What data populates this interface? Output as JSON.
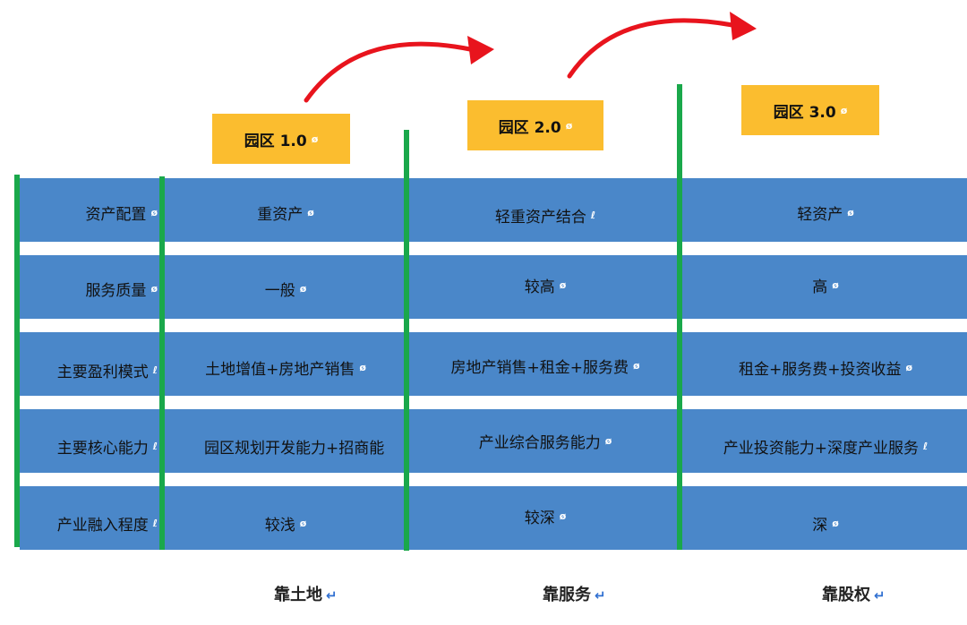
{
  "eras": [
    {
      "label": "园区 1.0",
      "mark": "ø"
    },
    {
      "label": "园区 2.0",
      "mark": "ø"
    },
    {
      "label": "园区 3.0",
      "mark": "ø"
    }
  ],
  "rows": [
    {
      "label": "资产配置",
      "label_mark": "ø",
      "values": [
        {
          "text": "重资产",
          "mark": "ø"
        },
        {
          "text": "轻重资产结合",
          "mark": "ℓ"
        },
        {
          "text": "轻资产",
          "mark": "ø"
        }
      ]
    },
    {
      "label": "服务质量",
      "label_mark": "ø",
      "values": [
        {
          "text": "一般",
          "mark": "ø"
        },
        {
          "text": "较高",
          "mark": "ø"
        },
        {
          "text": "高",
          "mark": "ø"
        }
      ]
    },
    {
      "label": "主要盈利模式",
      "label_mark": "ℓ",
      "values": [
        {
          "text": "土地增值+房地产销售",
          "mark": "ø"
        },
        {
          "text": "房地产销售+租金+服务费",
          "mark": "ø"
        },
        {
          "text": "租金+服务费+投资收益",
          "mark": "ø"
        }
      ]
    },
    {
      "label": "主要核心能力",
      "label_mark": "ℓ",
      "values": [
        {
          "text": "园区规划开发能力+招商能",
          "mark": ""
        },
        {
          "text": "产业综合服务能力",
          "mark": "ø"
        },
        {
          "text": "产业投资能力+深度产业服务",
          "mark": "ℓ"
        }
      ]
    },
    {
      "label": "产业融入程度",
      "label_mark": "ℓ",
      "values": [
        {
          "text": "较浅",
          "mark": "ø"
        },
        {
          "text": "较深",
          "mark": "ø"
        },
        {
          "text": "深",
          "mark": "ø"
        }
      ]
    }
  ],
  "footer": [
    {
      "text": "靠土地",
      "mark": "↵"
    },
    {
      "text": "靠服务",
      "mark": "↵"
    },
    {
      "text": "靠股权",
      "mark": "↵"
    }
  ],
  "colors": {
    "band": "#4a87c9",
    "era_box": "#fbbd2f",
    "divider": "#1aa84b",
    "arrow": "#e8141d"
  }
}
